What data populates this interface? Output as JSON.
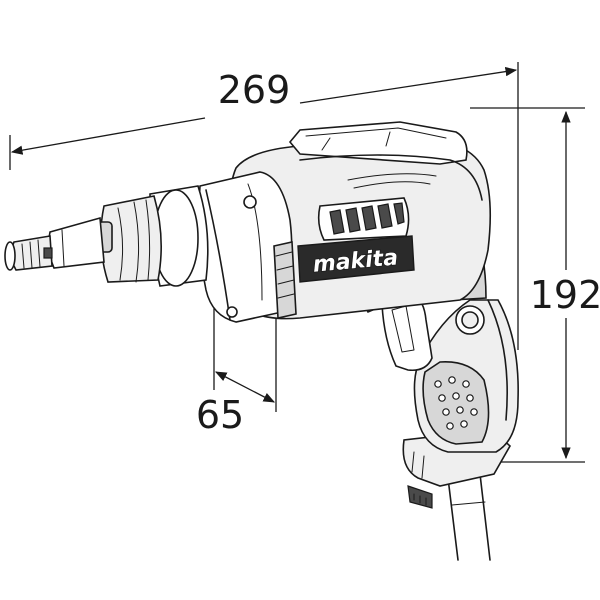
{
  "dimensions": {
    "length": "269",
    "height": "192",
    "head_length": "65"
  },
  "brand": {
    "logo_text": "makita"
  }
}
